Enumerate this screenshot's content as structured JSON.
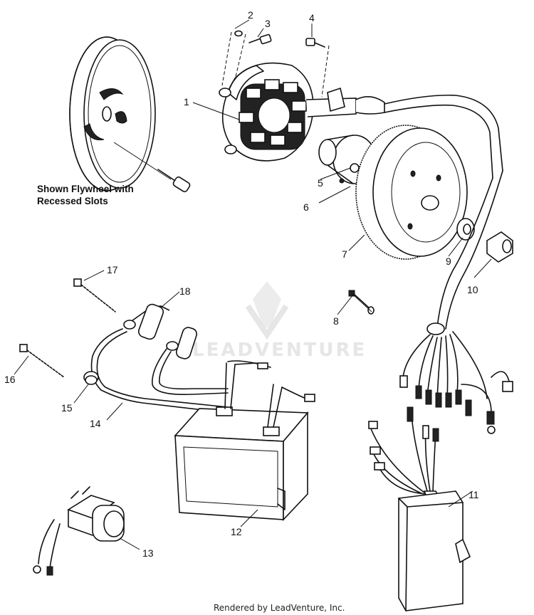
{
  "diagram": {
    "caption_line1": "Shown Flywheel with",
    "caption_line2": "Recessed Slots",
    "footer": "Rendered by LeadVenture, Inc.",
    "watermark_text": "LEADVENTURE",
    "callouts": [
      {
        "id": "c1",
        "label": "1"
      },
      {
        "id": "c2",
        "label": "2"
      },
      {
        "id": "c3",
        "label": "3"
      },
      {
        "id": "c4",
        "label": "4"
      },
      {
        "id": "c5",
        "label": "5"
      },
      {
        "id": "c6",
        "label": "6"
      },
      {
        "id": "c7",
        "label": "7"
      },
      {
        "id": "c8",
        "label": "8"
      },
      {
        "id": "c9",
        "label": "9"
      },
      {
        "id": "c10",
        "label": "10"
      },
      {
        "id": "c11",
        "label": "11"
      },
      {
        "id": "c12",
        "label": "12"
      },
      {
        "id": "c13",
        "label": "13"
      },
      {
        "id": "c14",
        "label": "14"
      },
      {
        "id": "c15",
        "label": "15"
      },
      {
        "id": "c16",
        "label": "16"
      },
      {
        "id": "c17",
        "label": "17"
      },
      {
        "id": "c18",
        "label": "18"
      }
    ]
  }
}
